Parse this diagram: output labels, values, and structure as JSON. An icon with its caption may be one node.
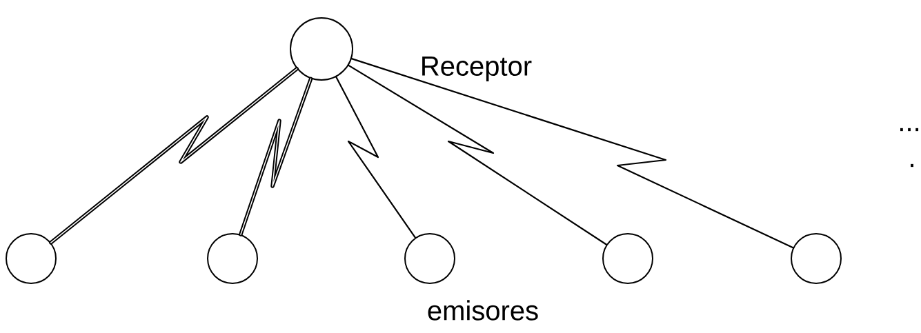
{
  "diagram": {
    "nodes": [
      {
        "text": [],
        "shape": "circle",
        "beside": [
          "Receptor"
        ]
      },
      {
        "text": [],
        "shape": "circle"
      },
      {
        "text": [],
        "shape": "circle"
      },
      {
        "text": [],
        "shape": "circle"
      },
      {
        "text": [],
        "shape": "circle"
      },
      {
        "text": [],
        "shape": "circle"
      }
    ],
    "edges": [
      {
        "from": 1,
        "to": 0,
        "arrow": "none",
        "style": "thick"
      },
      {
        "from": 2,
        "to": 0,
        "arrow": "none",
        "style": "thick"
      },
      {
        "from": 3,
        "to": 0,
        "arrow": "none"
      },
      {
        "from": 4,
        "to": 0,
        "arrow": "none"
      },
      {
        "from": 5,
        "to": 0,
        "arrow": "none"
      }
    ],
    "labels": [
      "emisores",
      "...",
      "."
    ]
  }
}
